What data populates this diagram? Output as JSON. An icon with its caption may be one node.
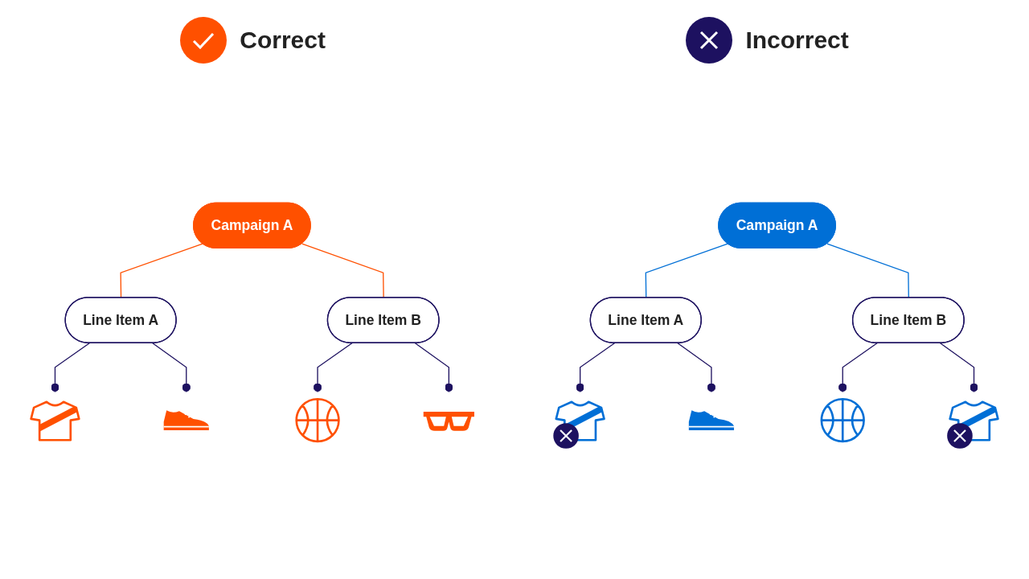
{
  "diagram": {
    "nodes": [
      {
        "text": [
          "Campaign A"
        ]
      },
      {
        "text": [
          "Line Item A"
        ]
      },
      {
        "text": [
          "Line Item B"
        ]
      },
      {
        "text": [],
        "shape": "picture"
      },
      {
        "text": [],
        "shape": "picture"
      },
      {
        "text": [],
        "shape": "picture"
      },
      {
        "text": [],
        "shape": "picture"
      },
      {
        "text": [
          "Campaign A"
        ]
      },
      {
        "text": [
          "Line Item A"
        ]
      },
      {
        "text": [
          "Line Item B"
        ]
      },
      {
        "text": [],
        "shape": "picture"
      },
      {
        "text": [],
        "shape": "picture"
      },
      {
        "text": [],
        "shape": "picture"
      },
      {
        "text": [],
        "shape": "picture"
      }
    ],
    "edges": [
      {
        "from": 0,
        "to": 1,
        "arrow": "none",
        "color": "#ff5000"
      },
      {
        "from": 0,
        "to": 2,
        "arrow": "none",
        "color": "#ff5000"
      },
      {
        "from": 1,
        "to": 3,
        "arrow": "other"
      },
      {
        "from": 1,
        "to": 4,
        "arrow": "other"
      },
      {
        "from": 2,
        "to": 5,
        "arrow": "other"
      },
      {
        "from": 2,
        "to": 6,
        "arrow": "other"
      },
      {
        "from": 7,
        "to": 8,
        "arrow": "none",
        "color": "#006fd6"
      },
      {
        "from": 7,
        "to": 9,
        "arrow": "none",
        "color": "#006fd6"
      },
      {
        "from": 8,
        "to": 10,
        "arrow": "other"
      },
      {
        "from": 8,
        "to": 11,
        "arrow": "other"
      },
      {
        "from": 9,
        "to": 12,
        "arrow": "other"
      },
      {
        "from": 9,
        "to": 13,
        "arrow": "other"
      }
    ],
    "labels": [
      "Correct",
      "Incorrect"
    ]
  }
}
